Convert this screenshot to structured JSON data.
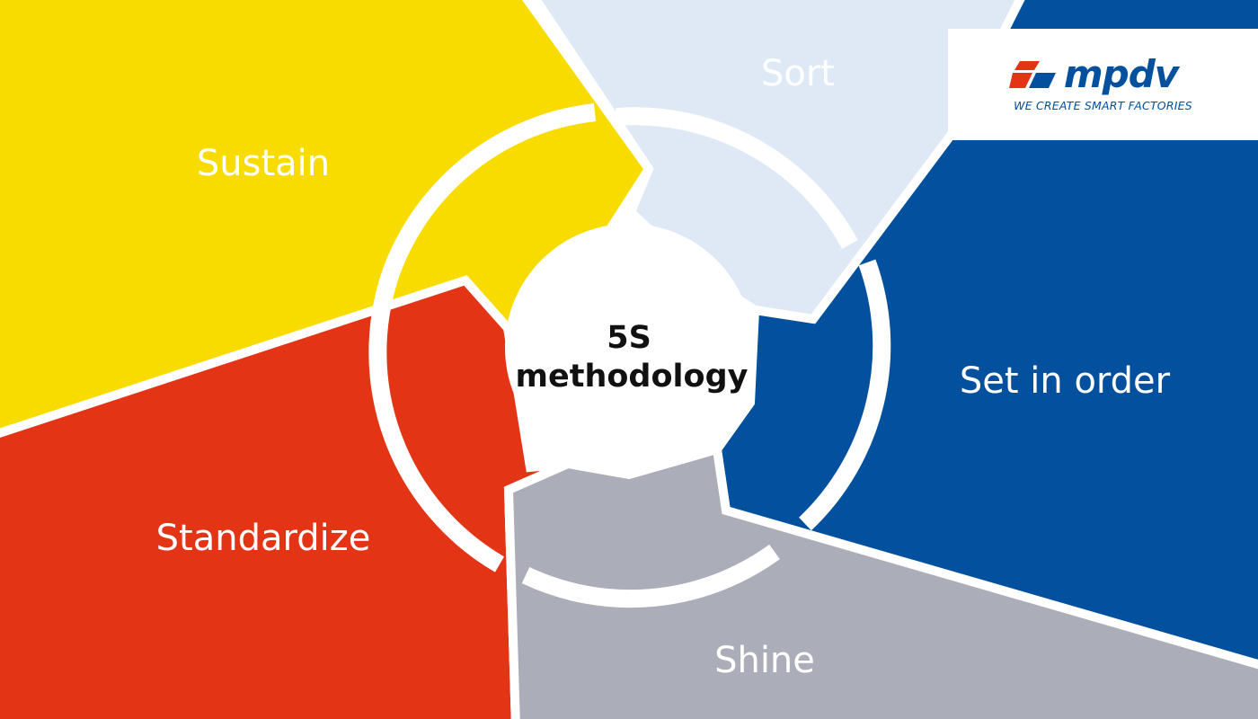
{
  "diagram": {
    "title_line1": "5S",
    "title_line2": "methodology",
    "segments": [
      {
        "key": "sort",
        "label": "Sort",
        "color": "#dfe9f5",
        "label_color": "#ffffff"
      },
      {
        "key": "set_in_order",
        "label": "Set in order",
        "color": "#02509e",
        "label_color": "#ffffff"
      },
      {
        "key": "shine",
        "label": "Shine",
        "color": "#abaeb8",
        "label_color": "#ffffff"
      },
      {
        "key": "standardize",
        "label": "Standardize",
        "color": "#e33516",
        "label_color": "#ffffff"
      },
      {
        "key": "sustain",
        "label": "Sustain",
        "color": "#f8dc00",
        "label_color": "#ffffff"
      }
    ],
    "ring_color": "#ffffff",
    "center_fill": "#ffffff",
    "center_text_color": "#111111"
  },
  "logo": {
    "wordmark": "mpdv",
    "tagline": "WE CREATE SMART FACTORIES",
    "wordmark_color": "#02509e",
    "accent_color": "#e33516"
  }
}
